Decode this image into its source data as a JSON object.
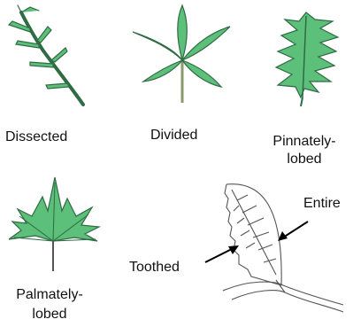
{
  "labels": {
    "dissected": "Dissected",
    "divided": "Divided",
    "pinnately_1": "Pinnately-",
    "pinnately_2": "lobed",
    "palmately_1": "Palmately-",
    "palmately_2": "lobed",
    "toothed": "Toothed",
    "entire": "Entire"
  },
  "colors": {
    "leaf_fill": "#5cbf7a",
    "leaf_stroke": "#2f6b43",
    "outline": "#555555",
    "arrow": "#000000"
  }
}
